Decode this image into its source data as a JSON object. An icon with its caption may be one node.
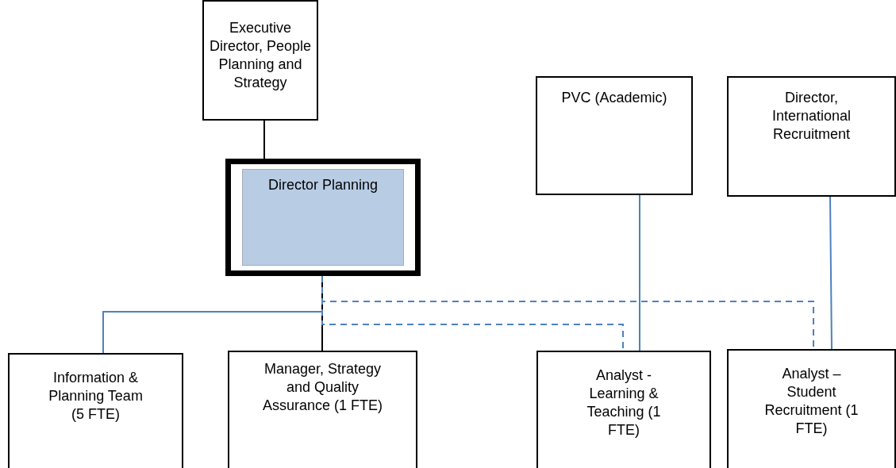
{
  "diagram": {
    "nodes": [
      {
        "text": [
          "Executive Director, People Planning and Strategy"
        ]
      },
      {
        "text": [
          "Director Planning"
        ]
      },
      {
        "text": [
          "PVC (Academic)"
        ]
      },
      {
        "text": [
          "Director, International Recruitment"
        ]
      },
      {
        "text": [
          "Information & Planning Team (5 FTE)"
        ]
      },
      {
        "text": [
          "Manager, Strategy and Quality Assurance (1 FTE)"
        ]
      },
      {
        "text": [
          "Analyst - Learning & Teaching (1 FTE)"
        ]
      },
      {
        "text": [
          "Analyst – Student Recruitment (1 FTE)"
        ]
      }
    ],
    "edges": [
      {
        "from": 0,
        "to": 1,
        "arrow": "none",
        "color": "#000000"
      },
      {
        "from": 1,
        "to": 4,
        "arrow": "none"
      },
      {
        "from": 1,
        "to": 5,
        "arrow": "none",
        "color": "#000000"
      },
      {
        "from": 1,
        "to": 7,
        "arrow": "none",
        "style": "dashed"
      },
      {
        "from": 1,
        "to": 6,
        "arrow": "none",
        "style": "dashed"
      },
      {
        "from": 2,
        "to": 6,
        "arrow": "none"
      },
      {
        "from": 3,
        "to": 7,
        "arrow": "none"
      }
    ]
  }
}
